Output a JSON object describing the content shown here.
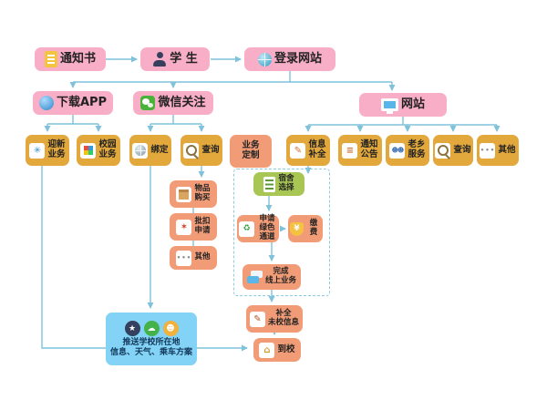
{
  "diagram": {
    "top": {
      "notice": "通知书",
      "student": "学 生",
      "login": "登录网站"
    },
    "channels": {
      "app": "下载APP",
      "wechat": "微信关注",
      "website": "网站"
    },
    "app_services": {
      "welcome": "迎新\n业务",
      "campus": "校园\n业务"
    },
    "wechat_services": {
      "bind": "绑定",
      "query": "查询"
    },
    "custom_label": "业务\n定制",
    "web_services": {
      "info_complete": "信息\n补全",
      "announcements": "通知\n公告",
      "hometown": "老乡\n服务",
      "query": "查询",
      "other": "其他"
    },
    "custom_items": {
      "purchase": "物品\n购买",
      "deduction": "批扣\n申请",
      "other": "其他"
    },
    "online_flow": {
      "dorm": "宿舍\n选择",
      "green_channel": "申请\n绿色通道",
      "pay": "缴费",
      "finish": "完成\n线上业务"
    },
    "followup": {
      "complete_info": "补全\n未校信息",
      "push": "推送学校所在地\n信息、天气、乘车方案",
      "arrive": "到校"
    }
  },
  "icons": {
    "star_flower": "✳",
    "pencil": "✎",
    "list_lines": "≡",
    "people": "☻☻",
    "dots": "•••",
    "stamp": "✶",
    "recycle": "♻",
    "house": "⌂",
    "yen": "¥",
    "star": "★",
    "cloud": "☁",
    "person": "☻"
  },
  "colors": {
    "pink": "#f8aec6",
    "gold": "#e2a83c",
    "orange": "#f19c77",
    "green": "#a8c653",
    "blue": "#82d3f5",
    "arrow": "#7fc2da"
  }
}
